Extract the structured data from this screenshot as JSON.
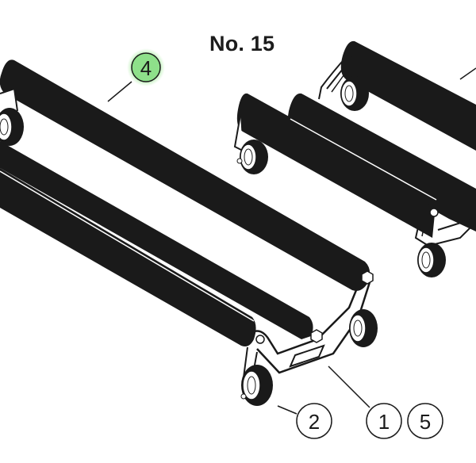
{
  "diagram": {
    "title": "No. 15",
    "highlight_color": "#8ee08a",
    "roller_color": "#1a1a1a",
    "callouts": [
      {
        "id": "callout-4",
        "label": "4",
        "highlighted": true
      },
      {
        "id": "callout-2",
        "label": "2",
        "highlighted": false
      },
      {
        "id": "callout-1",
        "label": "1",
        "highlighted": false
      },
      {
        "id": "callout-5",
        "label": "5",
        "highlighted": false
      }
    ],
    "parts": [
      {
        "name": "front-roller-assembly",
        "rollers": 3
      },
      {
        "name": "rear-roller-assembly",
        "rollers": 3
      }
    ]
  }
}
